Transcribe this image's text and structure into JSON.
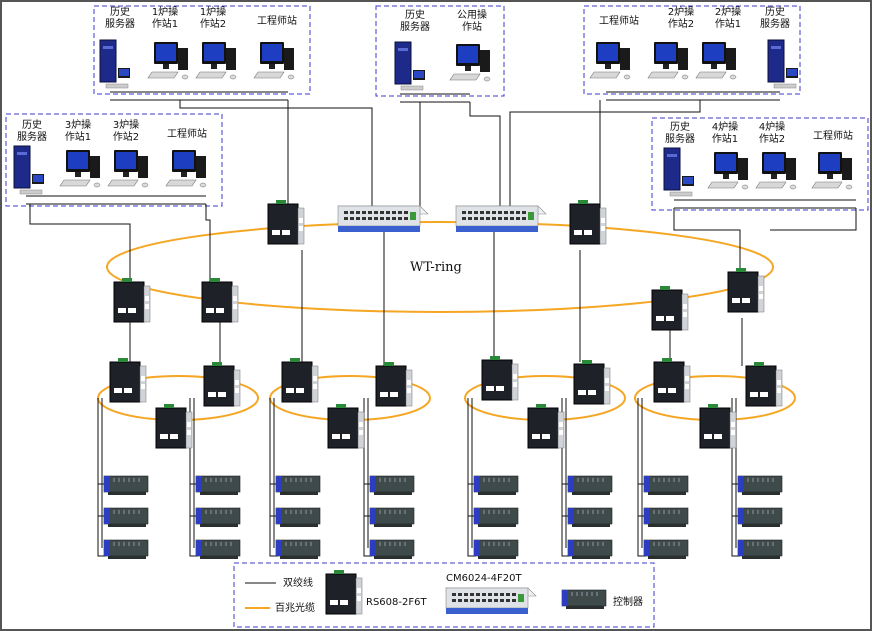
{
  "ring_label": "WT-ring",
  "groups": {
    "top_left": {
      "server": "历史\n服务器",
      "ws1": "1炉操\n作站1",
      "ws2": "1炉操\n作站2",
      "eng": "工程师站"
    },
    "top_center": {
      "server": "历史\n服务器",
      "public": "公用操\n作站"
    },
    "top_right": {
      "eng": "工程师站",
      "ws2": "2炉操\n作站2",
      "ws1": "2炉操\n作站1",
      "server": "历史\n服务器"
    },
    "mid_left": {
      "server": "历史\n服务器",
      "ws1": "3炉操\n作站1",
      "ws2": "3炉操\n作站2",
      "eng": "工程师站"
    },
    "mid_right": {
      "server": "历史\n服务器",
      "ws1": "4炉操\n作站1",
      "ws2": "4炉操\n作站2",
      "eng": "工程师站"
    }
  },
  "legend": {
    "twisted_pair": "双绞线",
    "fiber": "百兆光缆",
    "switch_model": "RS608-2F6T",
    "core_model": "CM6024-4F20T",
    "controller": "控制器"
  },
  "colors": {
    "ring": "#f5a623",
    "dashed_box": "#3a3ad0",
    "device_dark": "#1e2128",
    "controller": "#3f4a4a",
    "core_body": "#dfe3e8"
  }
}
